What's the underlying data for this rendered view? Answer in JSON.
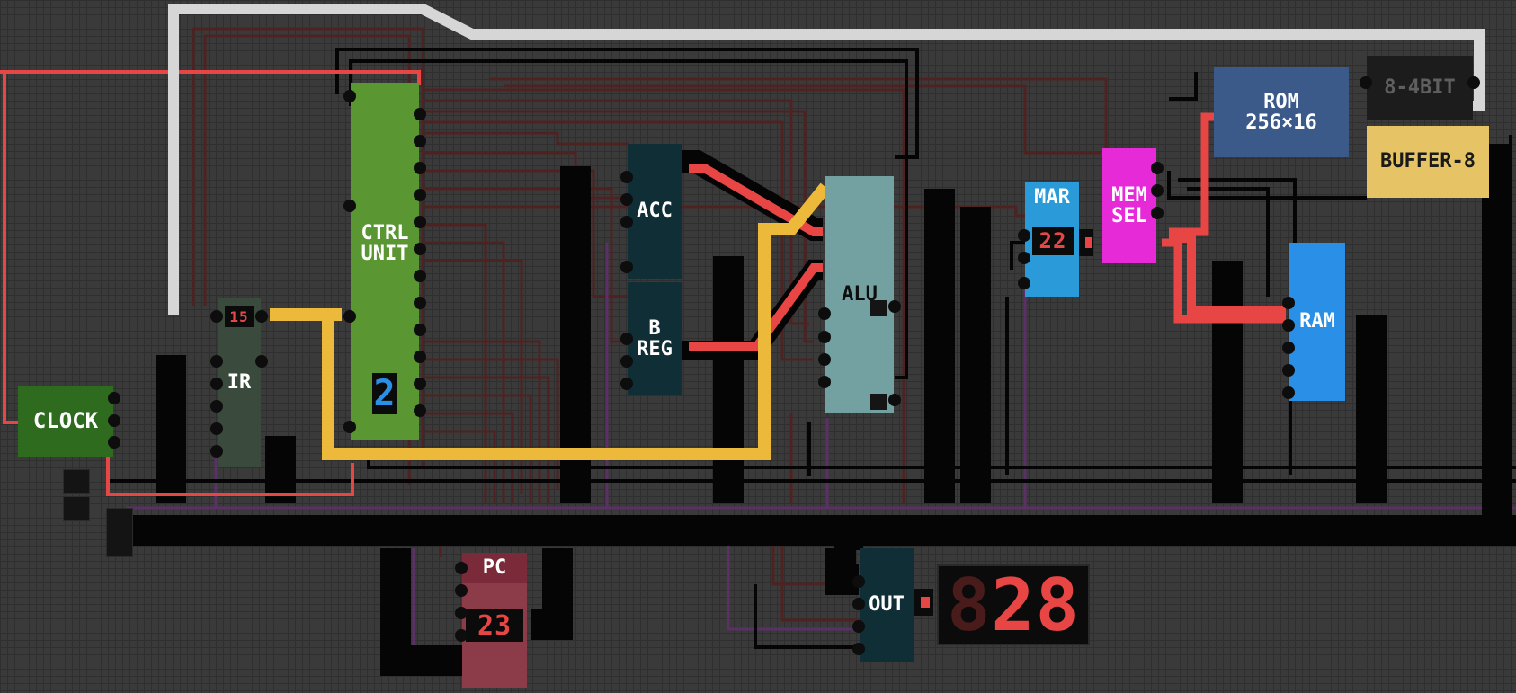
{
  "chips": {
    "clock": {
      "label": "CLOCK",
      "color": "#2f6b1f"
    },
    "ir": {
      "label": "IR",
      "color": "#3a4a3c",
      "display": "15"
    },
    "ctrl_unit": {
      "label": "CTRL\nUNIT",
      "color": "#5a9632",
      "display": "2"
    },
    "acc": {
      "label": "ACC",
      "color": "#0f2e36"
    },
    "b_reg": {
      "label": "B\nREG",
      "color": "#0f2e36"
    },
    "alu": {
      "label": "ALU",
      "color": "#73a1a1"
    },
    "mar": {
      "label": "MAR",
      "color": "#2a9ad8",
      "display": "22"
    },
    "mem_sel": {
      "label": "MEM\nSEL",
      "color": "#e62ad8"
    },
    "rom": {
      "label": "ROM\n256×16",
      "color": "#3b5a8a"
    },
    "eight_4bit": {
      "label": "8-4BIT",
      "color": "#1c1c1c"
    },
    "buffer8": {
      "label": "BUFFER-8",
      "color": "#e6c465"
    },
    "ram": {
      "label": "RAM",
      "color": "#2a8fe6"
    },
    "pc": {
      "label": "PC",
      "color": "#8c3b49",
      "display": "23"
    },
    "out": {
      "label": "OUT",
      "color": "#0f2e36"
    }
  },
  "output_display": {
    "value": "28",
    "ghost": "8"
  },
  "wire_colors": {
    "on": "#e84545",
    "off": "#000000",
    "bus_yellow": "#edb93a",
    "bus_white": "#d6d6d6",
    "dim_red": "#5a2424",
    "purple": "#5c2f66"
  }
}
